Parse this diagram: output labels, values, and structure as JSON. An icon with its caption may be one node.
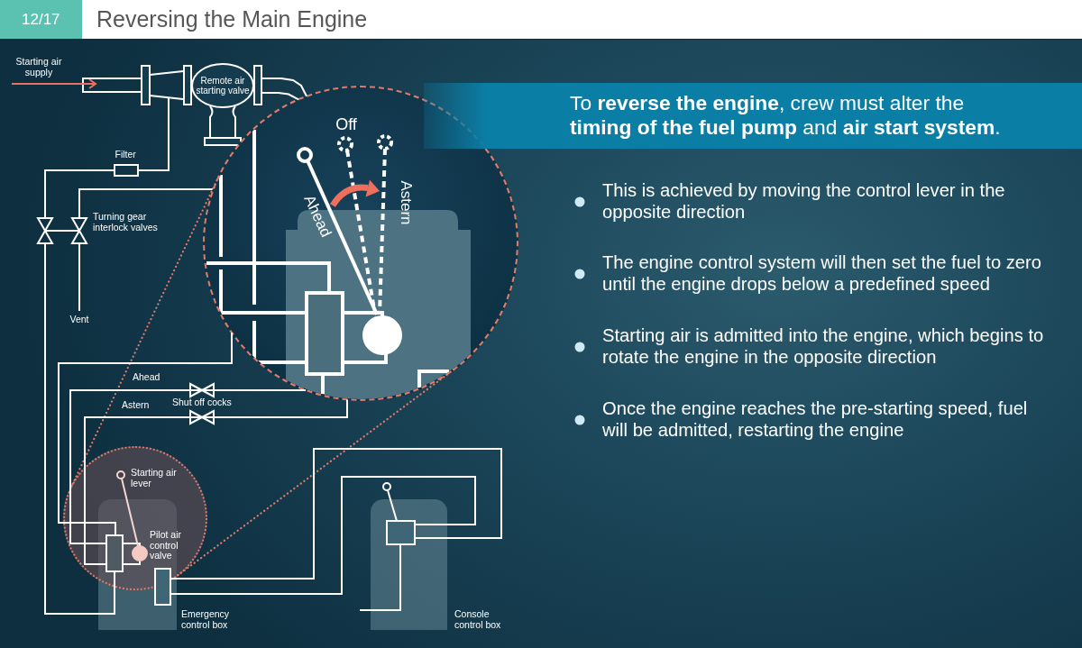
{
  "diagram": {
    "title": "Reversing the Main Engine",
    "nodes": [
      {
        "text": [
          "12/17"
        ]
      },
      {
        "text": [
          "Remote air starting valve"
        ]
      },
      {
        "text": [
          "To **reverse the engine**, crew must alter the **timing of the fuel pump** and **air start system**."
        ]
      },
      {
        "text": [
          "Off",
          "Ahead",
          "Astern"
        ]
      },
      {
        "text": [
          "Emergency control box"
        ]
      },
      {
        "text": [
          "Console control box"
        ]
      }
    ],
    "edges": [
      {
        "from": 4,
        "to": 3,
        "arrow": "none",
        "style": "dashed",
        "color": "#e07b6b"
      },
      {
        "from": 4,
        "to": 3,
        "arrow": "none",
        "style": "dashed",
        "color": "#e07b6b"
      },
      {
        "from": 1,
        "to": 3,
        "arrow": "none"
      },
      {
        "from": 3,
        "to": 4,
        "arrow": "none"
      },
      {
        "from": 3,
        "to": 4,
        "arrow": "none"
      },
      {
        "from": 3,
        "to": 4,
        "arrow": "none"
      },
      {
        "from": 4,
        "to": 5,
        "arrow": "none"
      },
      {
        "from": 4,
        "to": 5,
        "arrow": "none"
      }
    ],
    "labels": [
      "Starting air supply",
      "Filter",
      "Turning gear interlock valves",
      "Vent",
      "Ahead",
      "Astern",
      "Shut off cocks",
      "Starting air lever",
      "Pilot air control valve",
      "This is achieved by moving the control lever in the opposite direction",
      "The engine control system will then set the fuel to zero until the engine drops below a predefined speed",
      "Starting air is admitted into the engine, which begins to rotate the engine in the opposite direction",
      "Once the engine reaches the pre-starting speed, fuel will be admitted, restarting the engine"
    ]
  }
}
